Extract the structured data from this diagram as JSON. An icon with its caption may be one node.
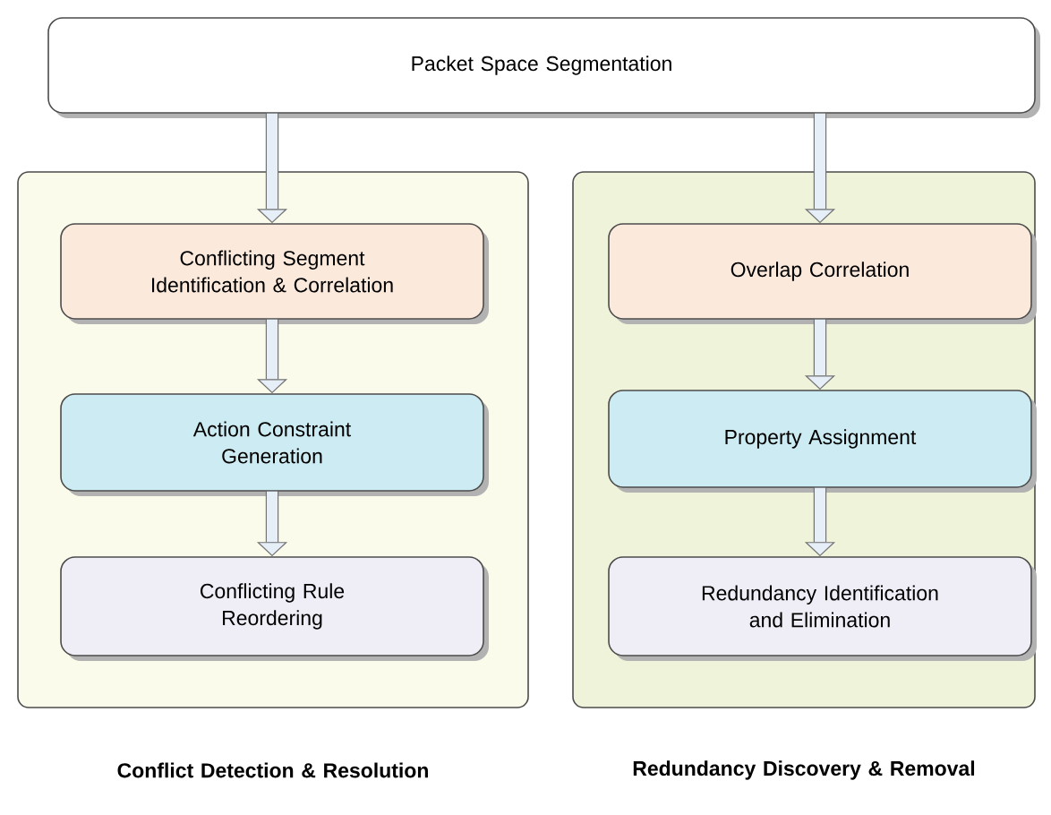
{
  "diagram": {
    "nodes": [
      {
        "text": [
          "Packet Space Segmentation"
        ]
      },
      {
        "text": [
          "Conflict Detection & Resolution"
        ]
      },
      {
        "text": [
          "Conflicting Segment Identification & Correlation"
        ],
        "in": 1
      },
      {
        "text": [
          "Action Constraint Generation"
        ],
        "in": 1
      },
      {
        "text": [
          "Conflicting Rule Reordering"
        ],
        "in": 1
      },
      {
        "text": [
          "Redundancy Discovery & Removal"
        ]
      },
      {
        "text": [
          "Overlap Correlation"
        ],
        "in": 5
      },
      {
        "text": [
          "Property Assignment"
        ],
        "in": 5
      },
      {
        "text": [
          "Redundancy Identification and Elimination"
        ],
        "in": 5
      }
    ],
    "edges": [
      {
        "from": 0,
        "to": 2,
        "arrow": "to"
      },
      {
        "from": 2,
        "to": 3,
        "arrow": "to"
      },
      {
        "from": 3,
        "to": 4,
        "arrow": "to"
      },
      {
        "from": 0,
        "to": 6,
        "arrow": "to"
      },
      {
        "from": 6,
        "to": 7,
        "arrow": "to"
      },
      {
        "from": 7,
        "to": 8,
        "arrow": "to"
      }
    ]
  }
}
